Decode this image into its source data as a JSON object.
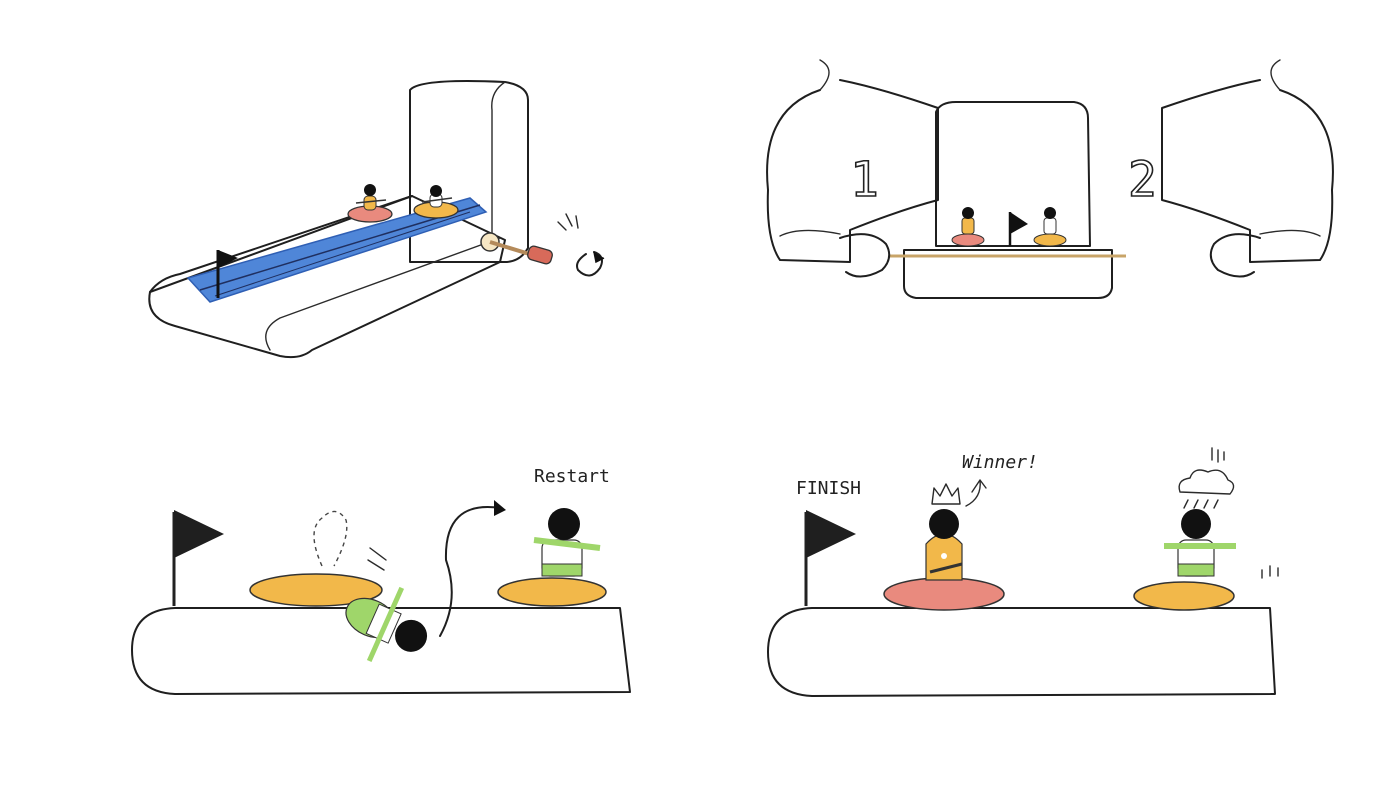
{
  "colors": {
    "wood": "#f7e7c4",
    "wood_shade": "#eed7a8",
    "water": "#4f86d8",
    "water_dark": "#2f5fb4",
    "boat_red": "#e98a7e",
    "boat_yellow": "#f2b84a",
    "body_green": "#9fd66a",
    "ink": "#1f1f1f"
  },
  "icons": {
    "flag": "flag-icon",
    "crown": "crown-icon",
    "cloud": "rain-cloud-icon",
    "rotate": "rotate-arrow-icon"
  },
  "players": {
    "left_number": "1",
    "right_number": "2"
  },
  "labels": {
    "restart": "Restart",
    "finish": "FINISH",
    "winner": "Winner!"
  }
}
